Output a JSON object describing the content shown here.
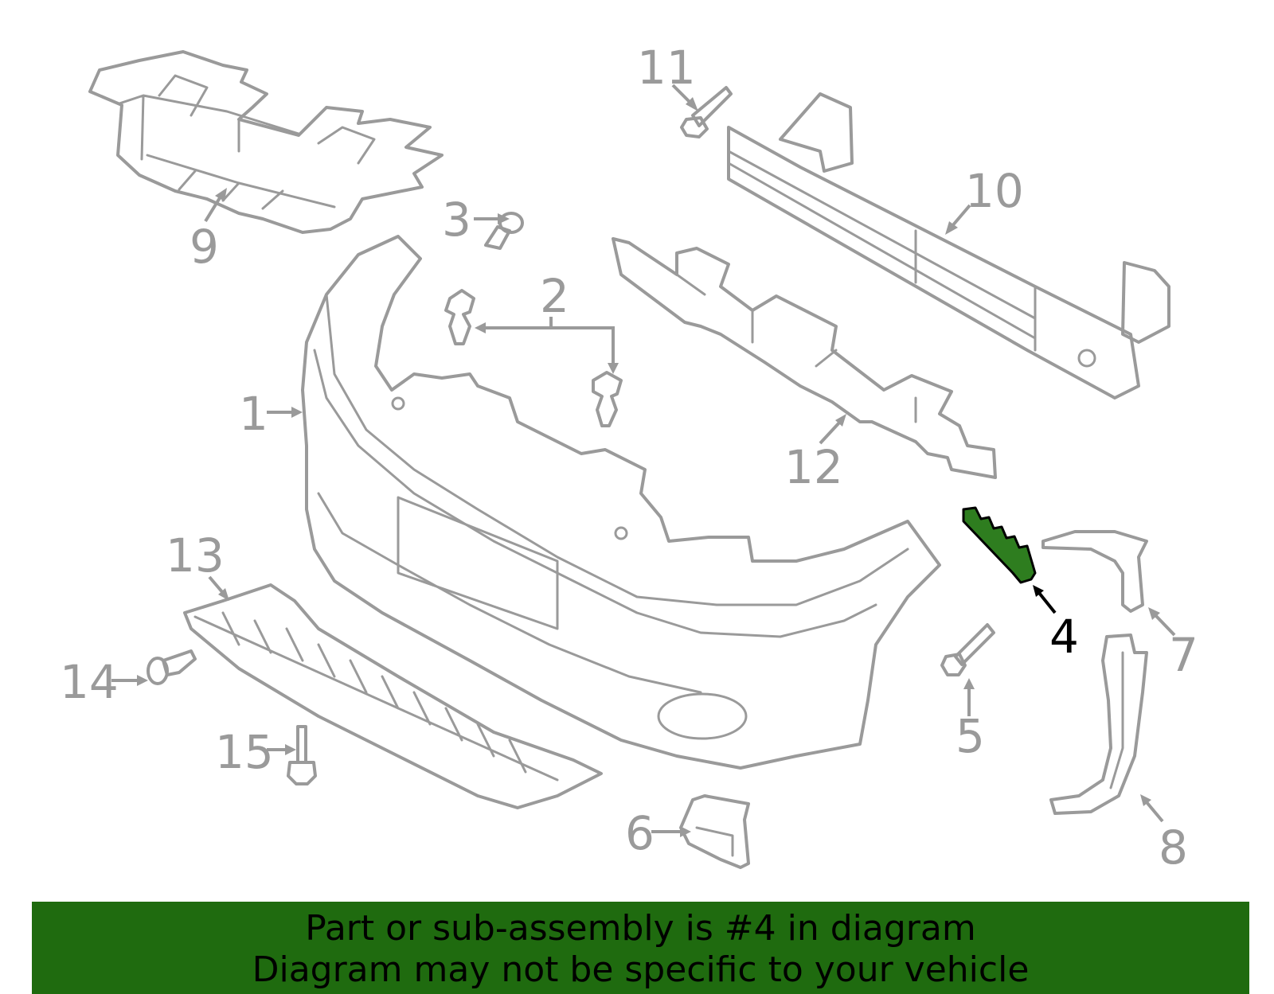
{
  "callouts": {
    "c1": "1",
    "c2": "2",
    "c3": "3",
    "c4": "4",
    "c5": "5",
    "c6": "6",
    "c7": "7",
    "c8": "8",
    "c9": "9",
    "c10": "10",
    "c11": "11",
    "c12": "12",
    "c13": "13",
    "c14": "14",
    "c15": "15"
  },
  "highlight": {
    "part_number": "4",
    "color": "#2e7d1f"
  },
  "banner": {
    "line1": "Part or sub-assembly is #4 in diagram",
    "line2": "Diagram may not be specific to your vehicle",
    "background": "#1f6b0f"
  }
}
